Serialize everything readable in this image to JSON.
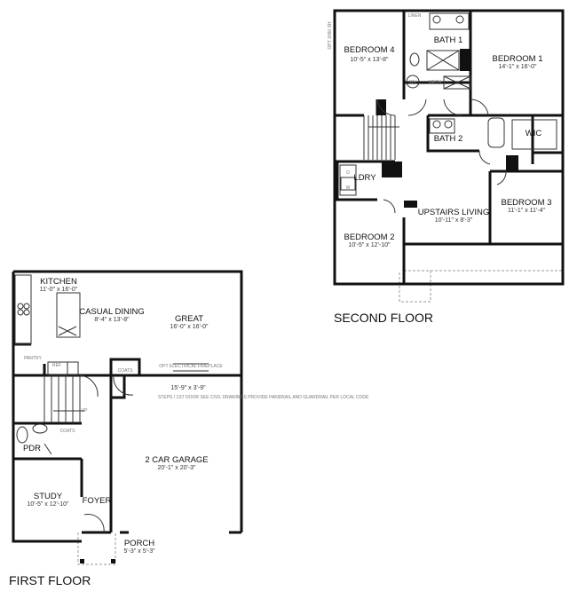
{
  "second_floor": {
    "title": "SECOND FLOOR",
    "rooms": [
      {
        "name": "BEDROOM 4",
        "dims": "10'-5\" x 13'-8\""
      },
      {
        "name": "BATH 1",
        "dims": ""
      },
      {
        "name": "BEDROOM 1",
        "dims": "14'-1\" x 16'-0\""
      },
      {
        "name": "BATH 2",
        "dims": ""
      },
      {
        "name": "WIC",
        "dims": ""
      },
      {
        "name": "LDRY",
        "dims": ""
      },
      {
        "name": "UPSTAIRS LIVING",
        "dims": "10'-11\" x 8'-3\""
      },
      {
        "name": "BEDROOM 3",
        "dims": "11'-1\" x 11'-4\""
      },
      {
        "name": "BEDROOM 2",
        "dims": "10'-5\" x 12'-10\""
      }
    ],
    "small_labels": {
      "linen": "LINEN",
      "mech": "MECH",
      "wh": "WH",
      "dryer": "D",
      "washer": "W",
      "opt_window": "OPT 3050 SH"
    }
  },
  "first_floor": {
    "title": "FIRST FLOOR",
    "rooms": [
      {
        "name": "KITCHEN",
        "dims": "11'-0\" x 16'-0\""
      },
      {
        "name": "CASUAL DINING",
        "dims": "8'-4\" x 13'-8\""
      },
      {
        "name": "GREAT",
        "dims": "16'-0\" x 16'-0\""
      },
      {
        "name": "2 CAR GARAGE",
        "dims": "20'-1\" x 20'-3\""
      },
      {
        "name": "PDR",
        "dims": ""
      },
      {
        "name": "STUDY",
        "dims": "10'-5\" x 12'-10\""
      },
      {
        "name": "FOYER",
        "dims": ""
      },
      {
        "name": "PORCH",
        "dims": "5'-3\" x 5'-3\""
      }
    ],
    "small_labels": {
      "pantry": "PANTRY",
      "ref": "REF",
      "coats": "COATS",
      "coats2": "COATS",
      "fireplace": "OPT ELECTRICAL FIREPLACE",
      "garage_ext": "15'-9\" x 3'-9\"",
      "garage_note": "STEPS / 1ST DOOR SEE CIVIL DRAWINGS PROVIDE HANDRAIL AND GUARDRAIL PER LOCAL CODE",
      "up": "UP"
    }
  }
}
